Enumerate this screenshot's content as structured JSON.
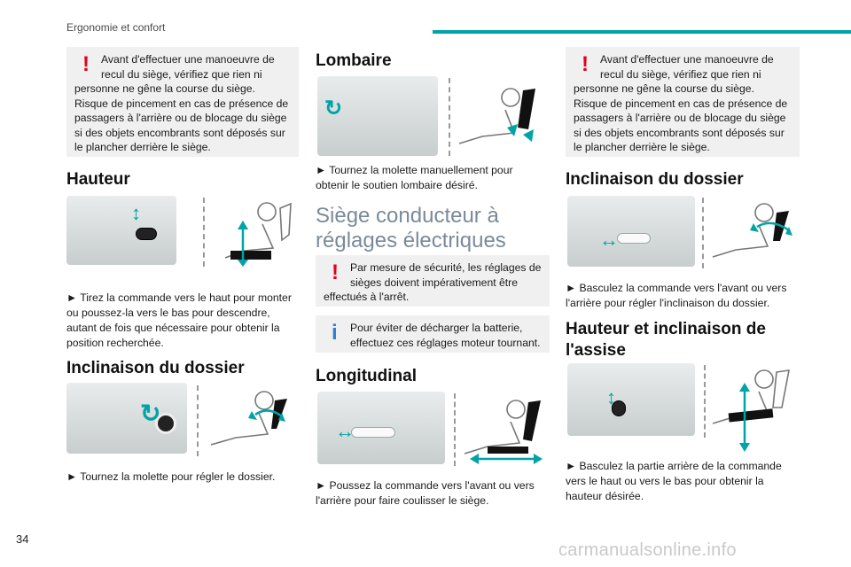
{
  "header": {
    "title": "Ergonomie et confort"
  },
  "page_number": "34",
  "colors": {
    "accent": "#00a3a6",
    "warning": "#e3001b",
    "info": "#2f7fd1"
  },
  "col1": {
    "warning": [
      "Avant d'effectuer une manoeuvre de",
      "recul du siège, vérifiez que rien ni",
      "personne ne gêne la course du siège.",
      "Risque de pincement en cas de présence de",
      "passagers à l'arrière ou de blocage du siège",
      "si des objets encombrants sont déposés sur",
      "le plancher derrière le siège."
    ],
    "hauteur_title": "Hauteur",
    "hauteur_text": [
      "► Tirez la commande vers le haut pour monter",
      "ou poussez-la vers le bas pour descendre,",
      "autant de fois que nécessaire pour obtenir la",
      "position recherchée."
    ],
    "inclinaison_title": "Inclinaison du dossier",
    "inclinaison_text": [
      "► Tournez la molette pour régler le dossier."
    ]
  },
  "col2": {
    "lombaire_title": "Lombaire",
    "lombaire_text": [
      "► Tournez la molette manuellement pour",
      "obtenir le soutien lombaire désiré."
    ],
    "electrique_title": [
      "Siège conducteur à",
      "réglages électriques"
    ],
    "warning": [
      "Par mesure de sécurité, les réglages de",
      "sièges doivent impérativement être",
      "effectués à l'arrêt."
    ],
    "info": [
      "Pour éviter de décharger la batterie,",
      "effectuez ces réglages moteur tournant."
    ],
    "longitudinal_title": "Longitudinal",
    "longitudinal_text": [
      "► Poussez la commande vers l'avant ou vers",
      "l'arrière pour faire coulisser le siège."
    ]
  },
  "col3": {
    "warning": [
      "Avant d'effectuer une manoeuvre de",
      "recul du siège, vérifiez que rien ni",
      "personne ne gêne la course du siège.",
      "Risque de pincement en cas de présence de",
      "passagers à l'arrière ou de blocage du siège",
      "si des objets encombrants sont déposés sur",
      "le plancher derrière le siège."
    ],
    "inclinaison_title": "Inclinaison du dossier",
    "inclinaison_text": [
      "► Basculez la commande vers l'avant ou vers",
      "l'arrière pour régler l'inclinaison du dossier."
    ],
    "assise_title": [
      "Hauteur et inclinaison de",
      "l'assise"
    ],
    "assise_text": [
      "► Basculez la partie arrière de la commande",
      "vers le haut ou vers le bas pour obtenir la",
      "hauteur désirée."
    ]
  },
  "watermark": "carmanualsonline.info"
}
